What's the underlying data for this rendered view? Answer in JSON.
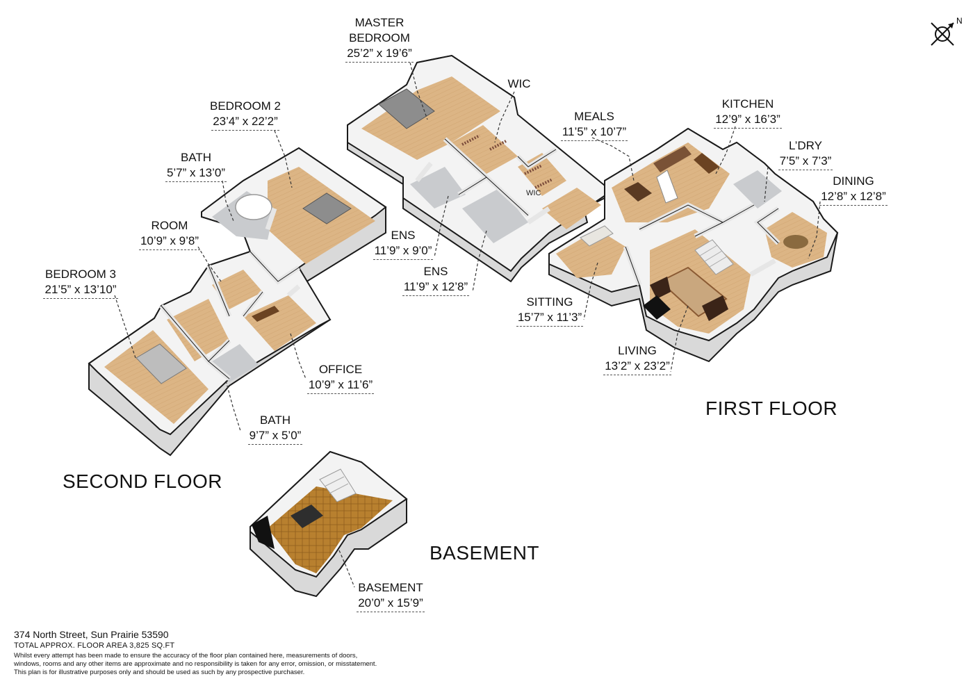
{
  "rooms": {
    "master_bedroom": {
      "name_line1": "MASTER",
      "name_line2": "BEDROOM",
      "dims": "25’2” x 19’6”"
    },
    "wic": {
      "name": "WIC"
    },
    "wic_small": {
      "name": "WIC"
    },
    "bedroom2": {
      "name": "BEDROOM 2",
      "dims": "23’4” x 22’2”"
    },
    "bath_upper": {
      "name": "BATH",
      "dims": "5’7” x 13’0”"
    },
    "room": {
      "name": "ROOM",
      "dims": "10’9” x 9’8”"
    },
    "bedroom3": {
      "name": "BEDROOM 3",
      "dims": "21’5” x 13’10”"
    },
    "office": {
      "name": "OFFICE",
      "dims": "10’9” x 11’6”"
    },
    "bath_lower": {
      "name": "BATH",
      "dims": "9’7” x 5’0”"
    },
    "ens1": {
      "name": "ENS",
      "dims": "11’9” x 9’0”"
    },
    "ens2": {
      "name": "ENS",
      "dims": "11’9” x 12’8”"
    },
    "meals": {
      "name": "MEALS",
      "dims": "11’5” x 10’7”"
    },
    "kitchen": {
      "name": "KITCHEN",
      "dims": "12’9” x 16’3”"
    },
    "laundry": {
      "name": "L’DRY",
      "dims": "7’5” x 7’3”"
    },
    "dining": {
      "name": "DINING",
      "dims": "12’8” x 12’8”"
    },
    "sitting": {
      "name": "SITTING",
      "dims": "15’7” x 11’3”"
    },
    "living": {
      "name": "LIVING",
      "dims": "13’2” x 23’2”"
    },
    "basement": {
      "name": "BASEMENT",
      "dims": "20’0” x 15’9”"
    }
  },
  "floors": {
    "first": "FIRST FLOOR",
    "second": "SECOND FLOOR",
    "basement": "BASEMENT"
  },
  "compass": {
    "label": "N"
  },
  "footer": {
    "address": "374 North Street, Sun Prairie 53590",
    "area": "TOTAL APPROX. FLOOR AREA 3,825 SQ.FT",
    "disclaimer_line1": "Whilst every attempt has been made to ensure the accuracy of the floor plan contained here, measurements of doors,",
    "disclaimer_line2": "windows, rooms and any other items are approximate and no responsibility is taken for any error, omission, or misstatement.",
    "disclaimer_line3": "This plan is for illustrative purposes only and should be used as such by any prospective purchaser."
  },
  "colors": {
    "floor_wood": "#d9ae7c",
    "floor_tile": "#c7c9cc",
    "wall": "#f1f1f1",
    "wall_side": "#d4d4d4",
    "outline": "#1a1a1a",
    "basement_floor": "#b57a2c"
  }
}
